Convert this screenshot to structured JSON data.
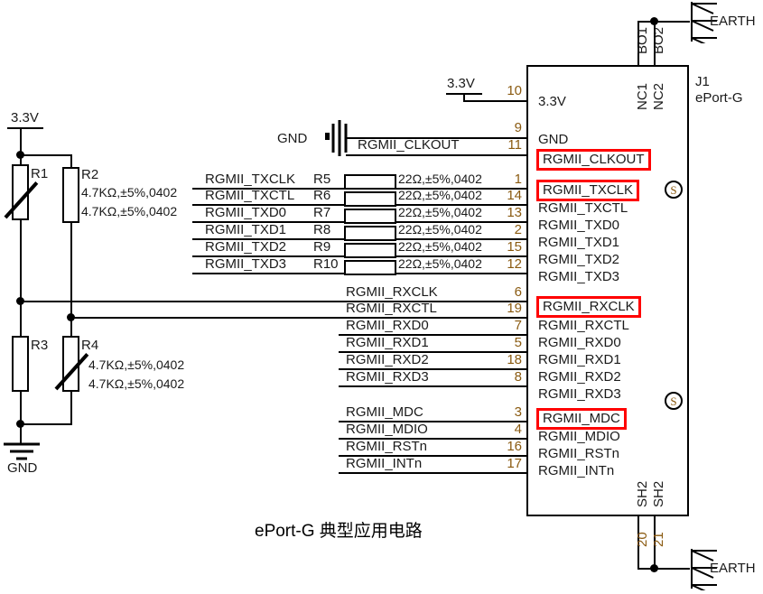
{
  "caption": "ePort-G 典型应用电路",
  "power": {
    "left_rail_label": "3.3V",
    "mid_rail_label": "3.3V",
    "gnd_label": "GND",
    "cap_gnd_label": "GND",
    "earth_top_label": "EARTH",
    "earth_bottom_label": "EARTH"
  },
  "component": {
    "designator": "J1",
    "part_name": "ePort-G",
    "marker_s": "S"
  },
  "pull_resistors": [
    {
      "ref": "R1",
      "value": "",
      "variable": true
    },
    {
      "ref": "R2",
      "value": "4.7KΩ,±5%,0402",
      "variable": false
    },
    {
      "ref": "R3",
      "value": "",
      "variable": false
    },
    {
      "ref": "R4",
      "value": "4.7KΩ,±5%,0402",
      "variable": true
    }
  ],
  "pull_values_upper": [
    "4.7KΩ,±5%,0402",
    "4.7KΩ,±5%,0402"
  ],
  "pull_values_lower": [
    "4.7KΩ,±5%,0402",
    "4.7KΩ,±5%,0402"
  ],
  "tx_nets": [
    {
      "signal": "RGMII_TXCLK",
      "ref": "R5",
      "value": "22Ω,±5%,0402",
      "pin": "1"
    },
    {
      "signal": "RGMII_TXCTL",
      "ref": "R6",
      "value": "22Ω,±5%,0402",
      "pin": "14"
    },
    {
      "signal": "RGMII_TXD0",
      "ref": "R7",
      "value": "22Ω,±5%,0402",
      "pin": "13"
    },
    {
      "signal": "RGMII_TXD1",
      "ref": "R8",
      "value": "22Ω,±5%,0402",
      "pin": "2"
    },
    {
      "signal": "RGMII_TXD2",
      "ref": "R9",
      "value": "22Ω,±5%,0402",
      "pin": "15"
    },
    {
      "signal": "RGMII_TXD3",
      "ref": "R10",
      "value": "22Ω,±5%,0402",
      "pin": "12"
    }
  ],
  "rx_nets": [
    {
      "signal": "RGMII_RXCLK",
      "pin": "6"
    },
    {
      "signal": "RGMII_RXCTL",
      "pin": "19"
    },
    {
      "signal": "RGMII_RXD0",
      "pin": "7"
    },
    {
      "signal": "RGMII_RXD1",
      "pin": "5"
    },
    {
      "signal": "RGMII_RXD2",
      "pin": "18"
    },
    {
      "signal": "RGMII_RXD3",
      "pin": "8"
    }
  ],
  "mgmt_nets": [
    {
      "signal": "RGMII_MDC",
      "pin": "3"
    },
    {
      "signal": "RGMII_MDIO",
      "pin": "4"
    },
    {
      "signal": "RGMII_RSTn",
      "pin": "16"
    },
    {
      "signal": "RGMII_INTn",
      "pin": "17"
    }
  ],
  "top_nets": [
    {
      "signal": "",
      "pin": "10",
      "label": "3.3V"
    },
    {
      "signal": "",
      "pin": "9",
      "label": "GND"
    },
    {
      "signal": "RGMII_CLKOUT",
      "pin": "11",
      "label": "RGMII_CLKOUT"
    }
  ],
  "ic_pins_left": [
    {
      "name": "3.3V",
      "highlight": false
    },
    {
      "name": "GND",
      "highlight": false
    },
    {
      "name": "RGMII_CLKOUT",
      "highlight": true
    },
    {
      "name": "RGMII_TXCLK",
      "highlight": true
    },
    {
      "name": "RGMII_TXCTL",
      "highlight": false
    },
    {
      "name": "RGMII_TXD0",
      "highlight": false
    },
    {
      "name": "RGMII_TXD1",
      "highlight": false
    },
    {
      "name": "RGMII_TXD2",
      "highlight": false
    },
    {
      "name": "RGMII_TXD3",
      "highlight": false
    },
    {
      "name": "RGMII_RXCLK",
      "highlight": true
    },
    {
      "name": "RGMII_RXCTL",
      "highlight": false
    },
    {
      "name": "RGMII_RXD0",
      "highlight": false
    },
    {
      "name": "RGMII_RXD1",
      "highlight": false
    },
    {
      "name": "RGMII_RXD2",
      "highlight": false
    },
    {
      "name": "RGMII_RXD3",
      "highlight": false
    },
    {
      "name": "RGMII_MDC",
      "highlight": true
    },
    {
      "name": "RGMII_MDIO",
      "highlight": false
    },
    {
      "name": "RGMII_RSTn",
      "highlight": false
    },
    {
      "name": "RGMII_INTn",
      "highlight": false
    }
  ],
  "ic_pins_top": [
    {
      "name": "NC1",
      "wire": "BO1"
    },
    {
      "name": "NC2",
      "wire": "BO2"
    }
  ],
  "ic_pins_bottom": [
    {
      "name": "SH2",
      "pin": "20"
    },
    {
      "name": "SH2",
      "pin": "21"
    }
  ],
  "colors": {
    "wire": "#000000",
    "pin_number": "#8a5a10",
    "highlight": "#ff0000",
    "text": "#1a1a1a"
  }
}
